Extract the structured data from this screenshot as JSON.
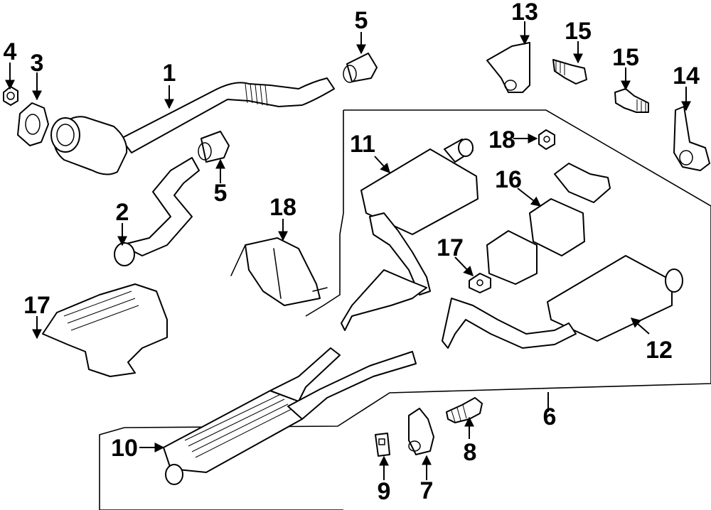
{
  "diagram": {
    "callouts": {
      "c1": "1",
      "c2": "2",
      "c3": "3",
      "c4": "4",
      "c5a": "5",
      "c5b": "5",
      "c6": "6",
      "c7": "7",
      "c8": "8",
      "c9": "9",
      "c10": "10",
      "c11": "11",
      "c12": "12",
      "c13": "13",
      "c14": "14",
      "c15a": "15",
      "c15b": "15",
      "c16": "16",
      "c17a": "17",
      "c17b": "17",
      "c18a": "18",
      "c18b": "18"
    }
  }
}
